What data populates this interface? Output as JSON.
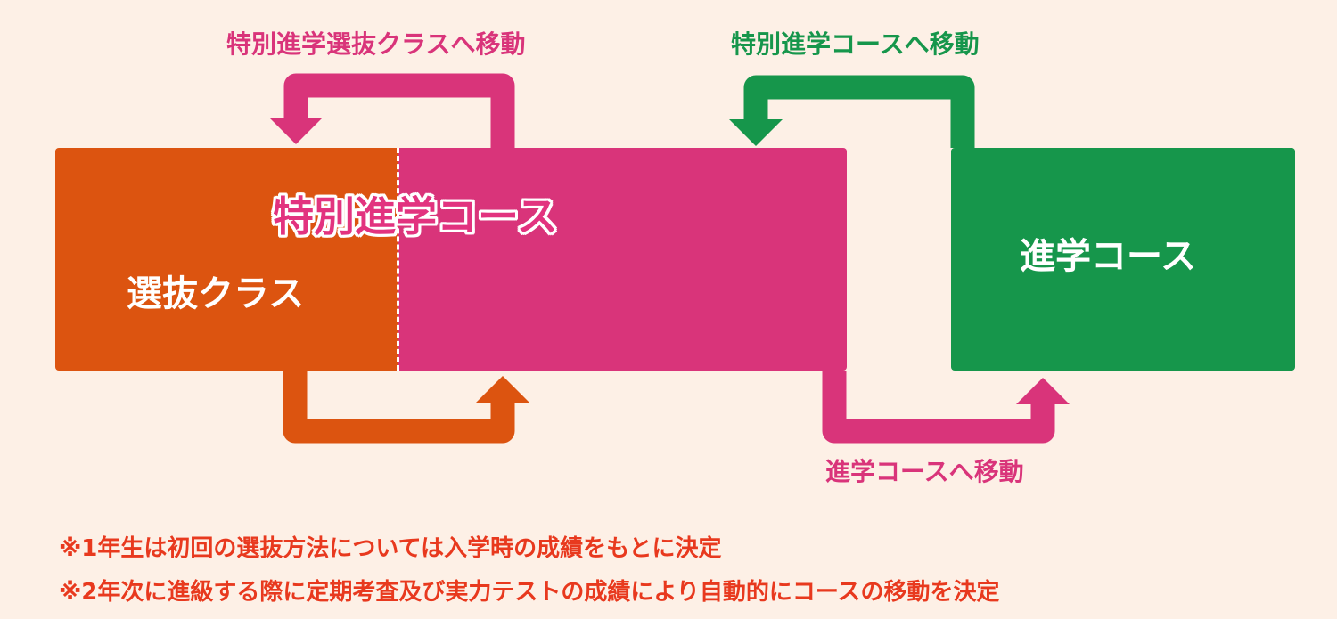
{
  "colors": {
    "background": "#fdf0e6",
    "selection_orange": "#dc5410",
    "special_pink": "#d9347a",
    "advanced_green": "#16964b",
    "note_red": "#e8391e",
    "label_pink": "#d9347a",
    "label_green": "#16964b",
    "white": "#ffffff"
  },
  "boxes": {
    "selection_class": "選抜クラス",
    "special_course": "特別進学コース",
    "advanced_course": "進学コース"
  },
  "arrows": {
    "to_selection_class": "特別進学選抜クラスへ移動",
    "to_special_course": "特別進学コースへ移動",
    "to_advanced_course": "進学コースへ移動"
  },
  "notes": [
    "※1年生は初回の選抜方法については入学時の成績をもとに決定",
    "※2年次に進級する際に定期考査及び実力テストの成績により自動的にコースの移動を決定"
  ]
}
